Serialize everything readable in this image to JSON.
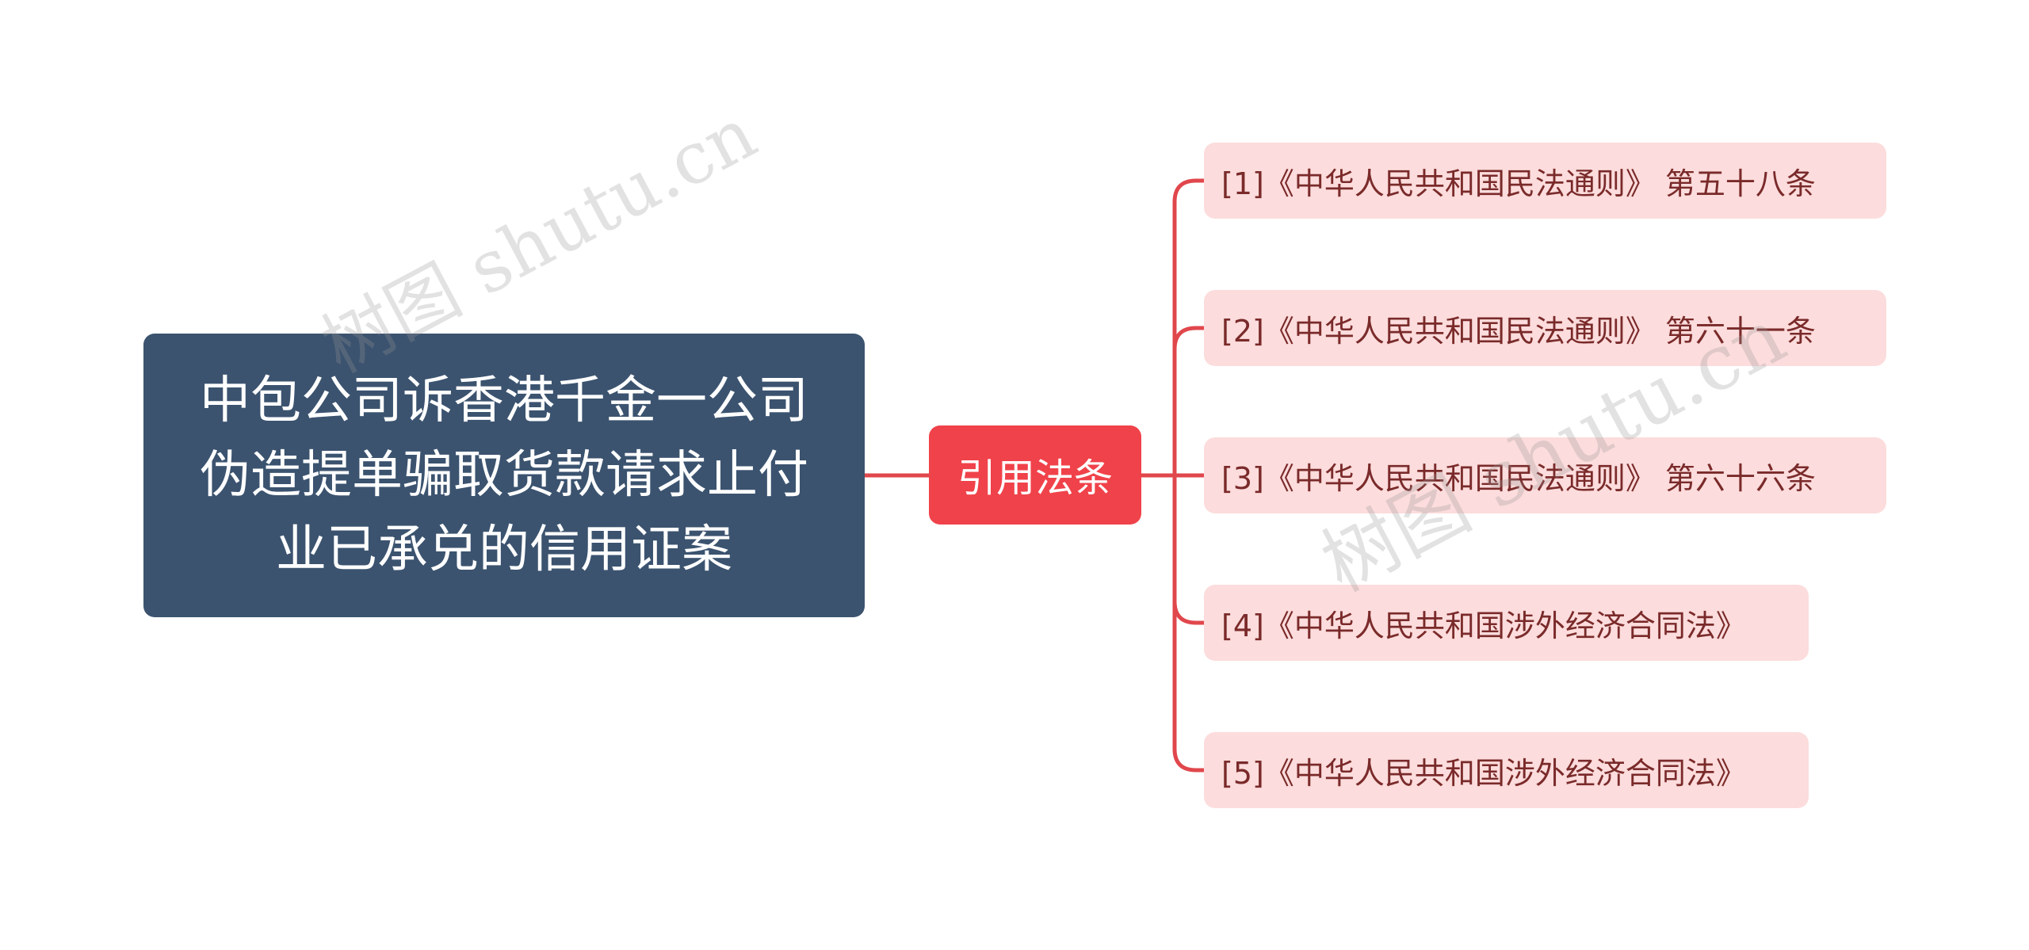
{
  "root": {
    "text": "中包公司诉香港千金一公司伪造提单骗取货款请求止付业已承兑的信用证案"
  },
  "branch": {
    "label": "引用法条"
  },
  "leaves": [
    {
      "text": "[1]《中华人民共和国民法通则》 第五十八条"
    },
    {
      "text": "[2]《中华人民共和国民法通则》 第六十一条"
    },
    {
      "text": "[3]《中华人民共和国民法通则》 第六十六条"
    },
    {
      "text": "[4]《中华人民共和国涉外经济合同法》"
    },
    {
      "text": "[5]《中华人民共和国涉外经济合同法》"
    }
  ],
  "watermarks": [
    {
      "text": "树图 shutu.cn"
    },
    {
      "text": "树图 shutu.cn"
    }
  ],
  "colors": {
    "root_bg": "#3b536f",
    "branch_bg": "#f0424a",
    "leaf_bg": "#fcdcdc",
    "leaf_text": "#7a2a2a",
    "connector": "#e0474c"
  }
}
